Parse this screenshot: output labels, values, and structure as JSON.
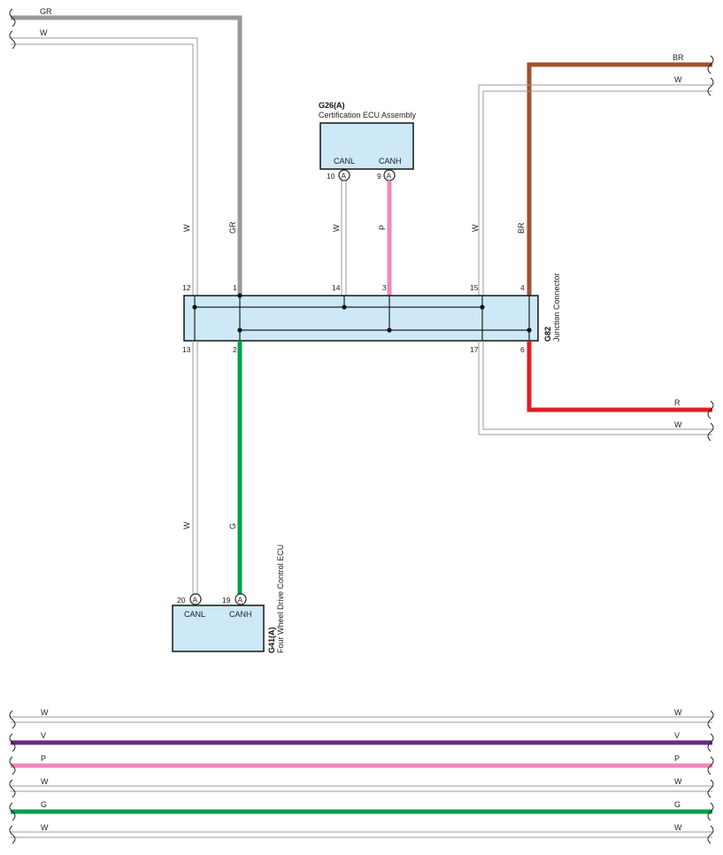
{
  "colors": {
    "GR": "#999999",
    "BR": "#a0522d",
    "R": "#e31b23",
    "P": "#ee88bb",
    "G": "#00a050",
    "V": "#6a2a8a",
    "W": "#ffffff",
    "box_fill": "#cde8f6"
  },
  "components": {
    "g26": {
      "id": "G26(A)",
      "name": "Certification ECU Assembly",
      "pin_canl_label": "CANL",
      "pin_canh_label": "CANH",
      "pin_canl_num": "10",
      "pin_canh_num": "9",
      "connector": "A"
    },
    "g82": {
      "id": "G82",
      "name": "Junction Connector",
      "pins_top": [
        "12",
        "1",
        "14",
        "3",
        "15",
        "4"
      ],
      "pins_bottom": [
        "13",
        "2",
        "17",
        "6"
      ]
    },
    "g41": {
      "id": "G41(A)",
      "name": "Four Wheel Drive Control ECU",
      "pin_canl_label": "CANL",
      "pin_canh_label": "CANH",
      "pin_canl_num": "20",
      "pin_canh_num": "19",
      "connector": "A"
    }
  },
  "wire_labels": {
    "top_left_gr": "GR",
    "top_left_w": "W",
    "left_w": "W",
    "left_gr": "GR",
    "g26_w": "W",
    "g26_p": "P",
    "right_w": "W",
    "right_br": "BR",
    "lower_w": "W",
    "lower_g": "G",
    "right_top_br": "BR",
    "right_top_w": "W",
    "right_bot_r": "R",
    "right_bot_w": "W"
  },
  "bottom_wires": [
    {
      "color": "W",
      "left": "W",
      "right": "W"
    },
    {
      "color": "V",
      "left": "V",
      "right": "V"
    },
    {
      "color": "P",
      "left": "P",
      "right": "P"
    },
    {
      "color": "W",
      "left": "W",
      "right": "W"
    },
    {
      "color": "G",
      "left": "G",
      "right": "G"
    },
    {
      "color": "W",
      "left": "W",
      "right": "W"
    }
  ]
}
